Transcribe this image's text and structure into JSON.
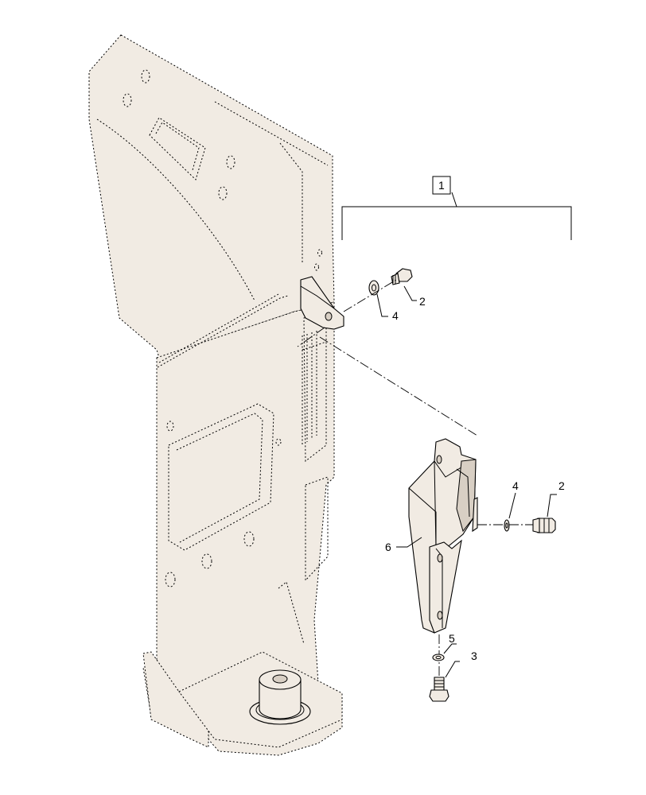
{
  "callouts": {
    "assembly": "1",
    "bolt_upper": "2",
    "washer_upper": "4",
    "bolt_lower": "3",
    "washer_lower": "5",
    "washer_right": "4",
    "bolt_right": "2",
    "bracket": "6"
  }
}
